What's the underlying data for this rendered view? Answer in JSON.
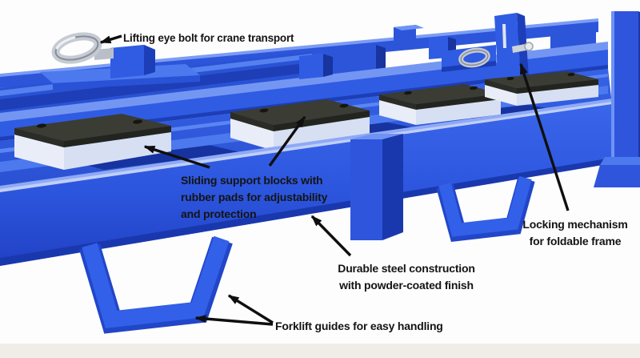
{
  "image": {
    "alt": "Blue foldable steel stacking pallet frame, cut-out product photo with feature callouts",
    "background_color": "#fdfdfd",
    "colors": {
      "frame_blue": "#2f5ce2",
      "frame_blue_light": "#7496f3",
      "frame_blue_dark": "#1a38ae",
      "rubber_pad_gray": "#33342c",
      "support_block_white": "#e9edf8",
      "metal_silver": "#c6cbd3",
      "annotation_black": "#141414"
    }
  },
  "annotations": {
    "lifting_eye": {
      "text": "Lifting eye bolt for crane transport"
    },
    "sliding_blocks": {
      "line1": "Sliding support blocks with",
      "line2": "rubber pads for adjustability",
      "line3": "and protection"
    },
    "locking": {
      "line1": "Locking mechanism",
      "line2": "for foldable frame"
    },
    "durable": {
      "line1": "Durable steel construction",
      "line2": "with powder-coated finish"
    },
    "forklift": {
      "text": "Forklift guides for easy handling"
    }
  }
}
